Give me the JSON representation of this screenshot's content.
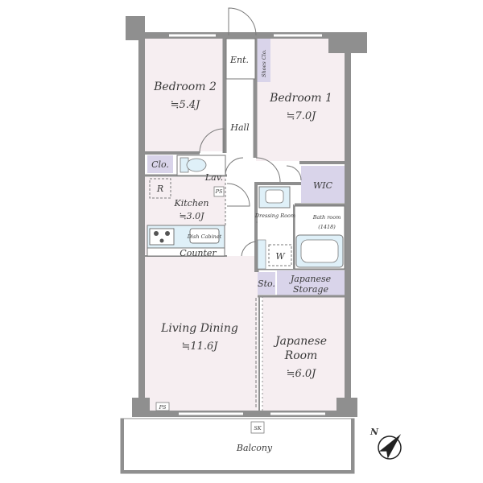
{
  "rooms": {
    "entrance": {
      "label": "Ent."
    },
    "shoes_closet": {
      "label": "Shoes Clo."
    },
    "bedroom2": {
      "label": "Bedroom 2",
      "size": "≒5.4J"
    },
    "bedroom1": {
      "label": "Bedroom 1",
      "size": "≒7.0J"
    },
    "hall": {
      "label": "Hall"
    },
    "closet": {
      "label": "Clo."
    },
    "lavatory": {
      "label": "Lav."
    },
    "wic": {
      "label": "WIC"
    },
    "kitchen": {
      "label": "Kitchen",
      "size": "≒3.0J"
    },
    "counter": {
      "label": "Counter"
    },
    "dressing_room": {
      "label": "Dressing Room"
    },
    "bathroom": {
      "label": "Bath room",
      "detail": "(1418)"
    },
    "washer": {
      "label": "W"
    },
    "storage": {
      "label": "Sto."
    },
    "japanese_storage": {
      "label": "Japanese Storage"
    },
    "living_dining": {
      "label": "Living Dining",
      "size": "≒11.6J"
    },
    "japanese_room": {
      "label": "Japanese Room",
      "size": "≒6.0J"
    },
    "balcony": {
      "label": "Balcony"
    }
  },
  "fixtures": {
    "refrigerator": "R",
    "pipe_space": "PS",
    "meter_space": "PS",
    "air_conditioner": "SK",
    "dishwasher": "Dish Cabinet"
  },
  "compass": {
    "label": "N"
  },
  "colors": {
    "wall": "#8f8f8f",
    "room_fill": "#f6eef1",
    "storage_fill": "#d9d4ea",
    "fixture_fill": "#dff0f8"
  }
}
